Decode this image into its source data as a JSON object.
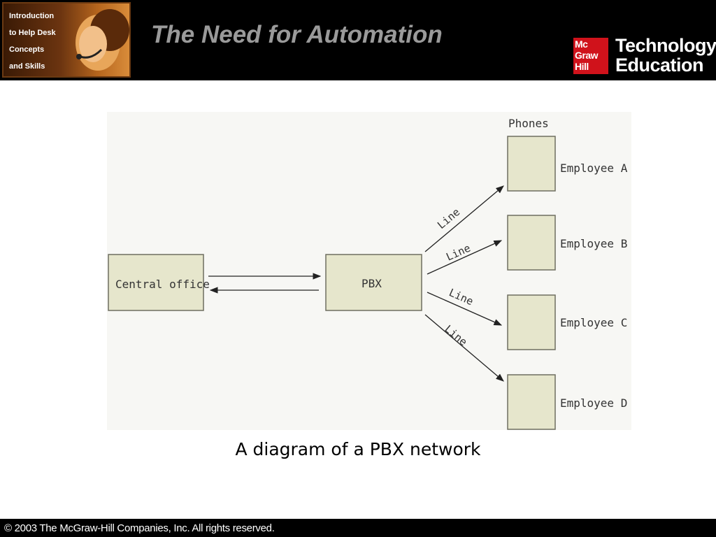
{
  "header": {
    "book_cover_lines": [
      "Introduction",
      "to Help Desk",
      "Concepts",
      "and Skills"
    ],
    "title": "The Need for Automation",
    "logo_lines": [
      "Mc",
      "Graw",
      "Hill"
    ],
    "brand_lines": [
      "Technology",
      "Education"
    ]
  },
  "diagram": {
    "central_office_label": "Central office",
    "pbx_label": "PBX",
    "phones_label": "Phones",
    "line_labels": [
      "Line",
      "Line",
      "Line",
      "Line"
    ],
    "employees": [
      "Employee A",
      "Employee B",
      "Employee C",
      "Employee D"
    ]
  },
  "caption": "A diagram of a PBX network",
  "footer": {
    "copyright": "© 2003 The McGraw-Hill Companies, Inc. All rights reserved."
  },
  "colors": {
    "header_bg": "#000000",
    "title_text": "#9a9a9a",
    "logo_red": "#d0121b",
    "box_fill": "#e6e6cc",
    "box_stroke": "#6e6e60",
    "diagram_bg": "#f7f7f4"
  },
  "icons": {
    "book_cover": "help-desk-agent-headset-photo"
  }
}
